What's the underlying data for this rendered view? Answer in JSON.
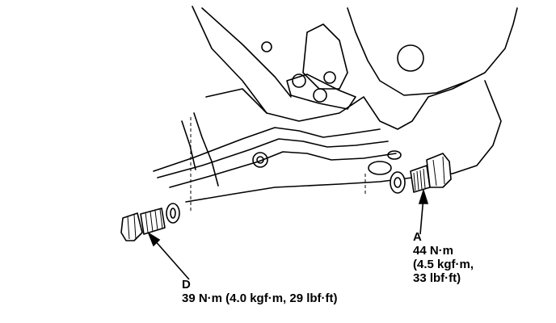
{
  "callouts": {
    "a": {
      "letter": "A",
      "line1": "44 N·m",
      "line2": "(4.5 kgf·m,",
      "line3": "33 lbf·ft)"
    },
    "d": {
      "letter": "D",
      "spec": "39 N·m (4.0 kgf·m, 29 lbf·ft)"
    }
  }
}
